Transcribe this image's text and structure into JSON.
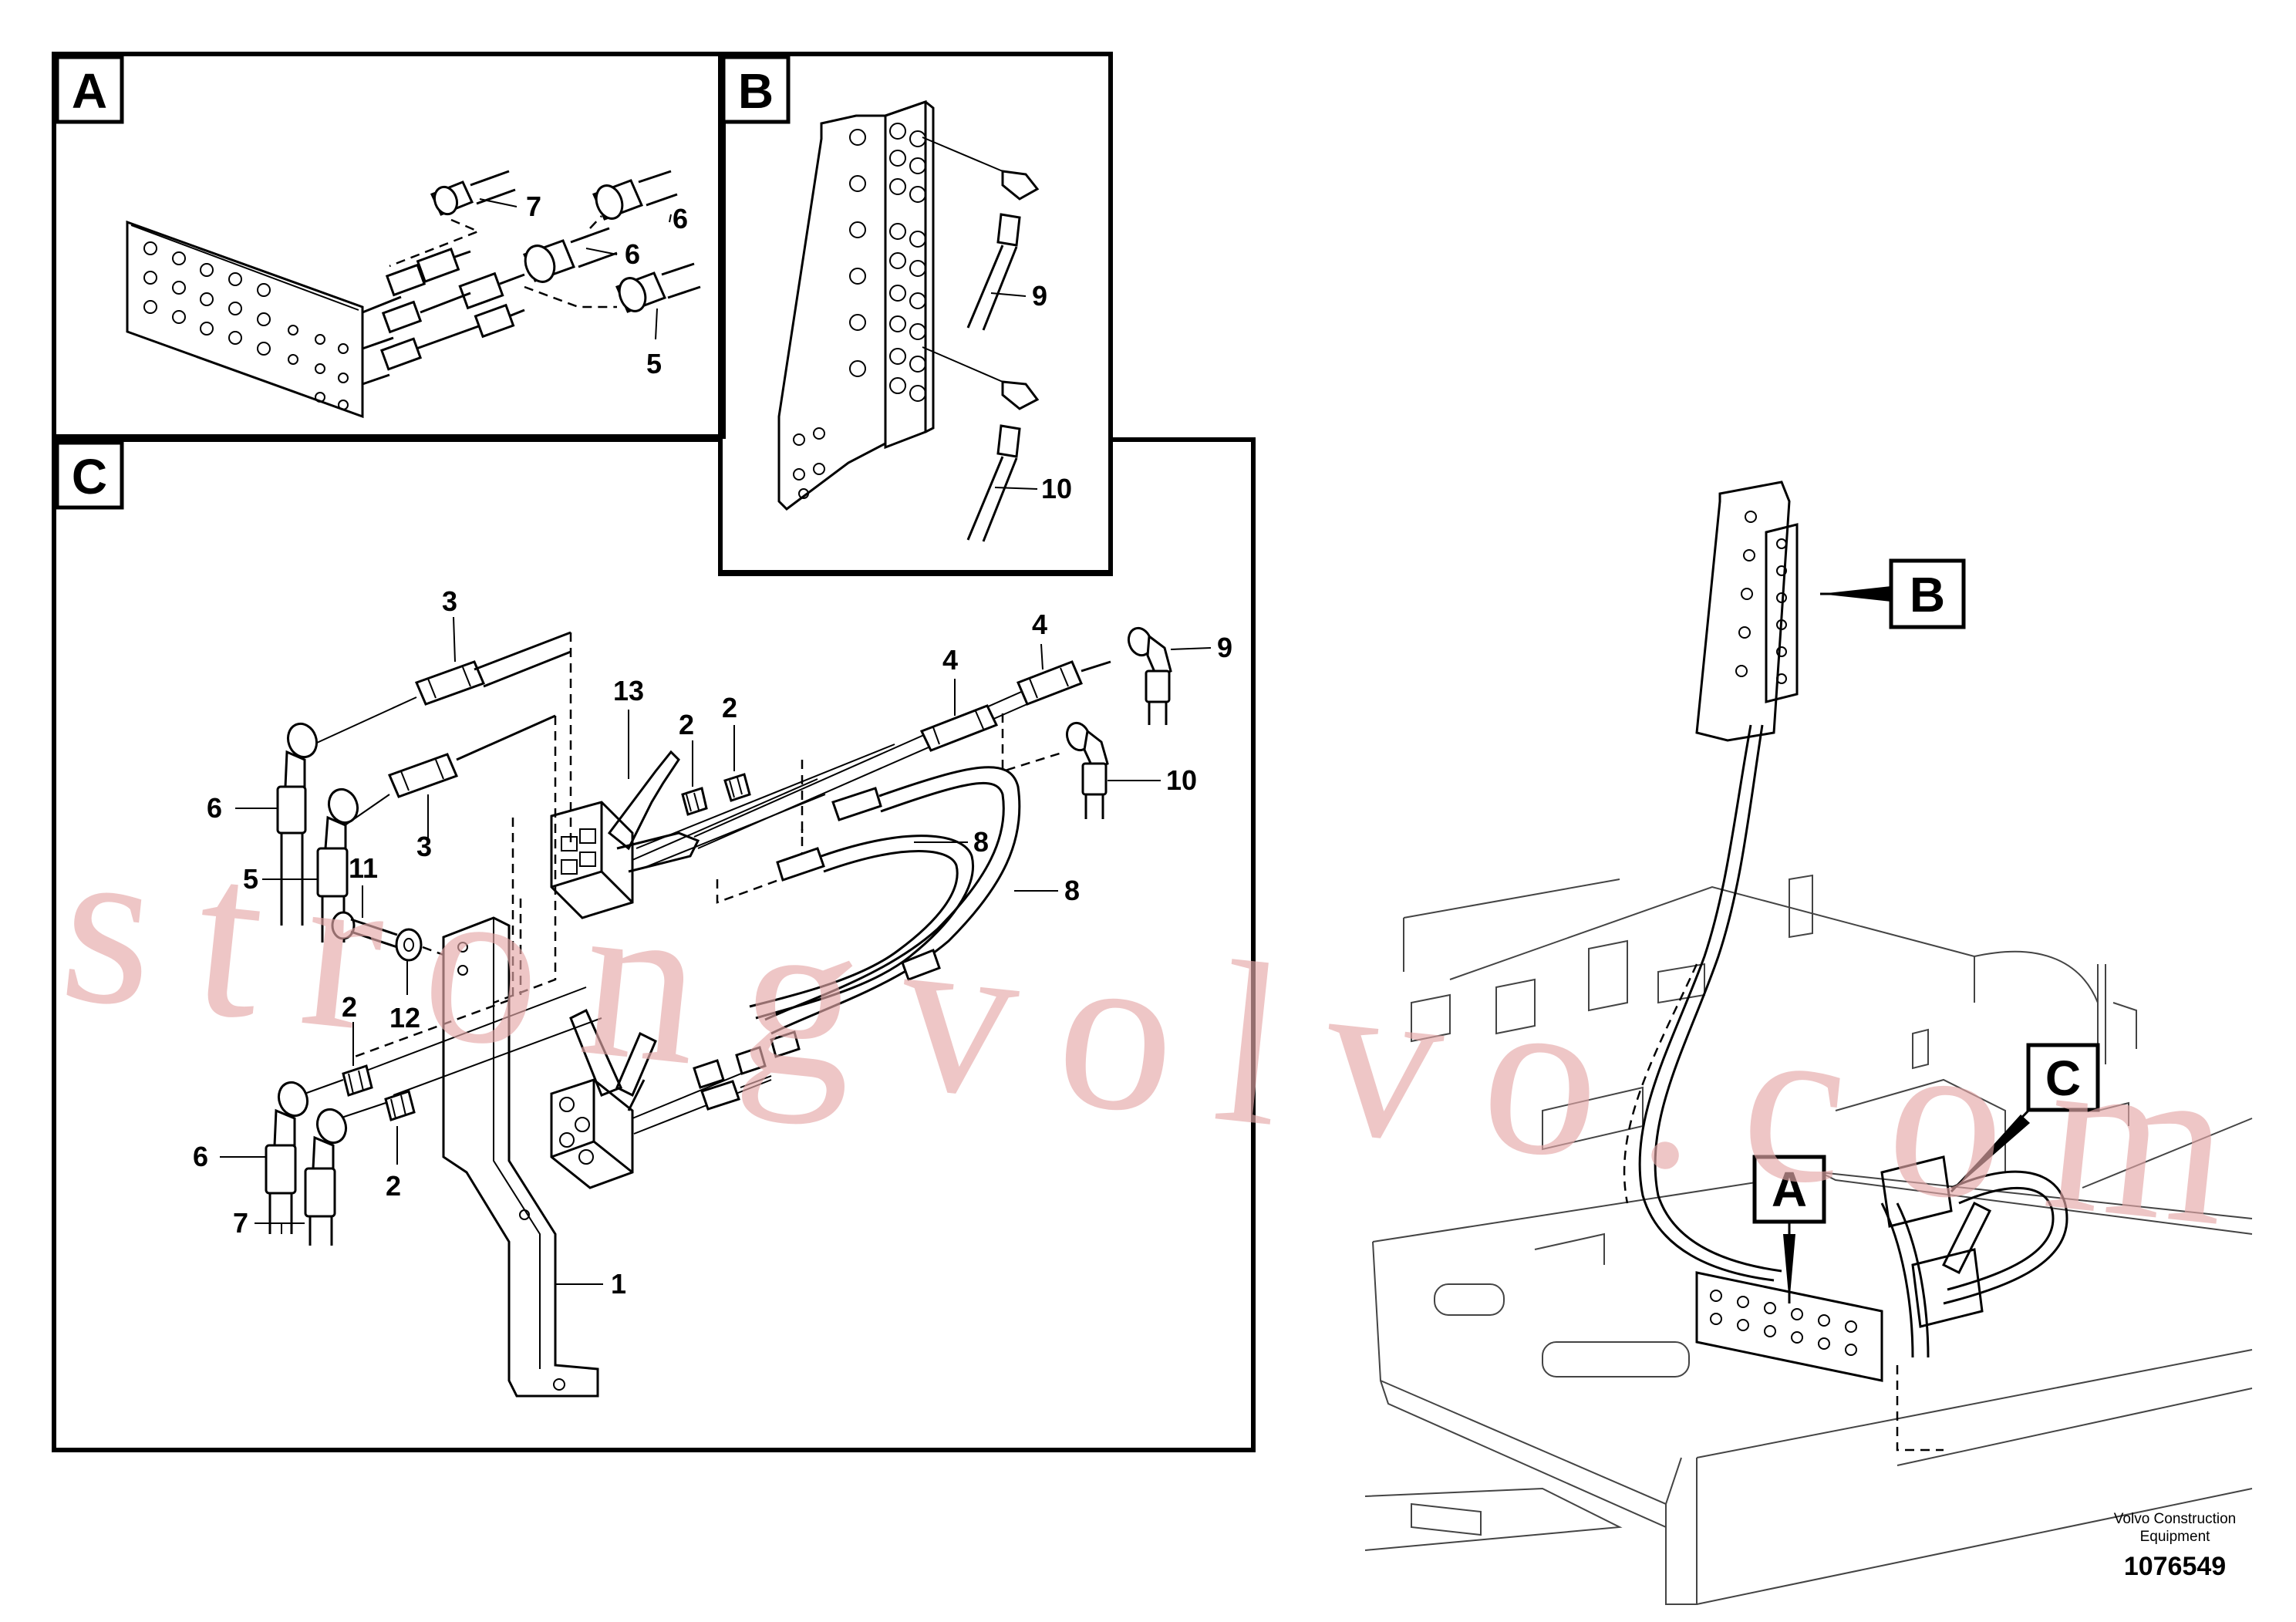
{
  "panels": {
    "a": "A",
    "b": "B",
    "c": "C"
  },
  "callouts": {
    "a": [
      "7",
      "6",
      "6",
      "5"
    ],
    "b": [
      "9",
      "10"
    ],
    "c": [
      "3",
      "4",
      "4",
      "9",
      "13",
      "2",
      "2",
      "6",
      "5",
      "3",
      "8",
      "8",
      "10",
      "11",
      "12",
      "2",
      "2",
      "6",
      "7",
      "1"
    ]
  },
  "assembly_labels": [
    "B",
    "A",
    "C"
  ],
  "watermark": "strongvolvo.com",
  "footer": {
    "company_line1": "Volvo Construction",
    "company_line2": "Equipment",
    "drawing_number": "1076549"
  }
}
